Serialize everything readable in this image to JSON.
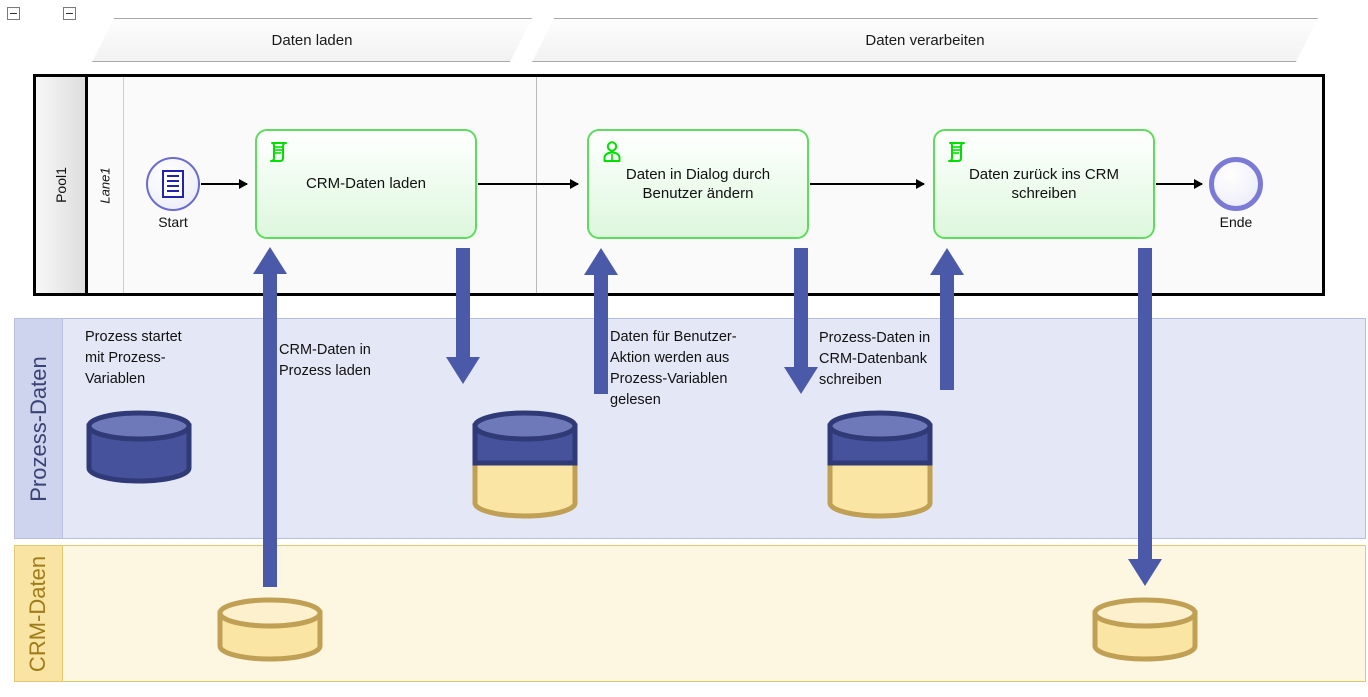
{
  "phases": [
    {
      "label": "Daten laden"
    },
    {
      "label": "Daten verarbeiten"
    }
  ],
  "pool": {
    "name": "Pool1",
    "lane": "Lane1"
  },
  "events": {
    "start": {
      "label": "Start",
      "icon": "form-document-icon"
    },
    "end": {
      "label": "Ende",
      "icon": "end-event-circle-icon"
    }
  },
  "tasks": [
    {
      "label": "CRM-Daten laden",
      "icon": "script-task-icon"
    },
    {
      "label": "Daten in Dialog durch\nBenutzer ändern",
      "icon": "user-task-icon"
    },
    {
      "label": "Daten zurück ins CRM\nschreiben",
      "icon": "script-task-icon"
    }
  ],
  "bands": {
    "process": {
      "label": "Prozess-Daten"
    },
    "crm": {
      "label": "CRM-Daten"
    }
  },
  "notes": [
    {
      "text": "Prozess startet\nmit Prozess-\nVariablen"
    },
    {
      "text": "CRM-Daten in\nProzess laden"
    },
    {
      "text": "Daten für Benutzer-\nAktion werden aus\nProzess-Variablen\ngelesen"
    },
    {
      "text": "Prozess-Daten in\nCRM-Datenbank\nschreiben"
    }
  ],
  "colors": {
    "task_border": "#5fdc5f",
    "task_icon": "#00e000",
    "event_border": "#6b6bcd",
    "arrow": "#4a5aa8",
    "process_band": "#e4e7f6",
    "process_header": "#ced4ee",
    "process_text": "#3a4375",
    "crm_band": "#fdf7e2",
    "crm_header": "#fae4a4",
    "crm_text": "#9e7d1a",
    "cylinder_blue_fill": "#46539c",
    "cylinder_blue_stroke": "#2f3a77",
    "cylinder_yellow_fill": "#fbe5a4",
    "cylinder_yellow_stroke": "#bfa054"
  }
}
